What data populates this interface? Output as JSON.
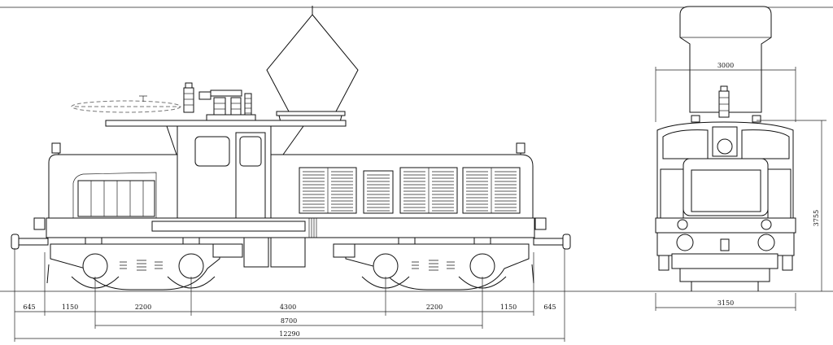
{
  "side_view": {
    "dimensions": {
      "overhang_left": "645",
      "axle_gap_left": "1150",
      "bogie_wheelbase_left": "2200",
      "bogie_centres": "4300",
      "bogie_wheelbase_right": "2200",
      "axle_gap_right": "1150",
      "overhang_right": "645",
      "total_wheelbase": "8700",
      "length_over_buffers": "12290"
    }
  },
  "end_view": {
    "dimensions": {
      "hopper_width": "3000",
      "body_width": "3150",
      "body_height": "3755"
    }
  }
}
